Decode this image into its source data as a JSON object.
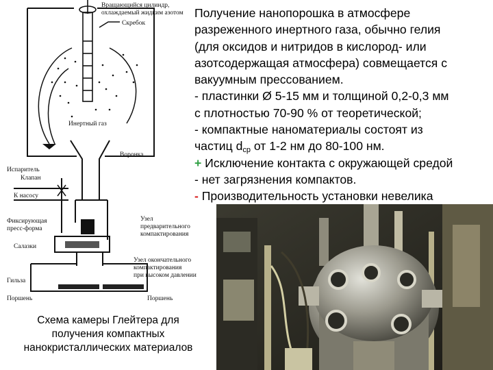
{
  "diagram": {
    "labels": {
      "rotating_cylinder": "Вращающийся цилиндр,",
      "cooled_nitrogen": "охлаждаемый жидким азотом",
      "scraper": "Скребок",
      "inert_gas": "Инертный газ",
      "evaporator": "Испаритель",
      "funnel": "Воронка",
      "valve": "Клапан",
      "to_pump": "К насосу",
      "fixing": "Фиксирующая",
      "press_form": "пресс-форма",
      "slide": "Салазки",
      "pre_compact_1": "Узел",
      "pre_compact_2": "предварительного",
      "pre_compact_3": "компактирования",
      "final_compact_1": "Узел окончательного",
      "final_compact_2": "компактирования",
      "final_compact_3": "при высоком давлении",
      "sleeve": "Гильза",
      "piston_left": "Поршень",
      "piston_right": "Поршень"
    }
  },
  "caption": {
    "line1": "Схема камеры Глейтера для",
    "line2": "получения компактных",
    "line3": "нанокристаллических материалов"
  },
  "text": {
    "l1": "Получение нанопорошка в атмосфере",
    "l2": "разреженного инертного газа, обычно гелия",
    "l3": "(для оксидов и нитридов в кислород- или",
    "l4": "азотсодержащая атмосфера) совмещается с",
    "l5": "вакуумным прессованием.",
    "l6": "- пластинки Ø 5-15 мм и толщиной 0,2-0,3 мм",
    "l7": "с плотностью 70-90 % от теоретической;",
    "l8": "- компактные наноматериалы состоят из",
    "l9a": "частиц d",
    "l9sub": "ср",
    "l9b": " от 1-2 нм до 80-100 нм.",
    "l10sign": "+",
    "l10": " Исключение контакта с окружающей средой",
    "l11": "- нет загрязнения компактов.",
    "l12sign": "-",
    "l12": " Производительность установки невелика"
  },
  "colors": {
    "plus": "#2ea043",
    "minus": "#d92020"
  }
}
